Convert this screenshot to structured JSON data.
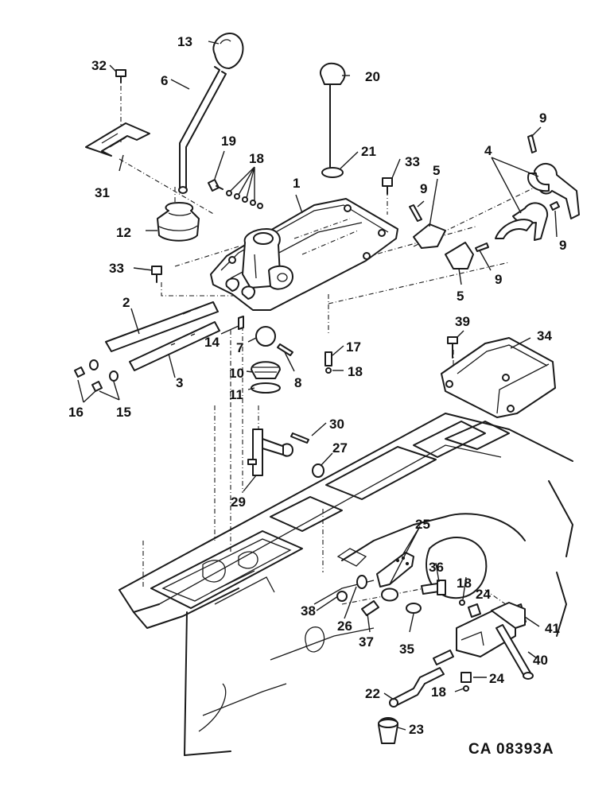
{
  "drawing_code": "CA 08393A",
  "callouts": {
    "c1": "1",
    "c2": "2",
    "c3": "3",
    "c4": "4",
    "c5a": "5",
    "c5b": "5",
    "c6": "6",
    "c7": "7",
    "c8": "8",
    "c9a": "9",
    "c9b": "9",
    "c9c": "9",
    "c9d": "9",
    "c10": "10",
    "c11": "11",
    "c12": "12",
    "c13": "13",
    "c14": "14",
    "c15": "15",
    "c16": "16",
    "c17": "17",
    "c18a": "18",
    "c18b": "18",
    "c18c": "18",
    "c18d": "18",
    "c19": "19",
    "c20": "20",
    "c21": "21",
    "c22": "22",
    "c23": "23",
    "c24a": "24",
    "c24b": "24",
    "c25": "25",
    "c26": "26",
    "c27": "27",
    "c29": "29",
    "c30": "30",
    "c31": "31",
    "c32": "32",
    "c33a": "33",
    "c33b": "33",
    "c34": "34",
    "c35": "35",
    "c36": "36",
    "c37": "37",
    "c38": "38",
    "c39": "39",
    "c40": "40",
    "c41": "41"
  }
}
